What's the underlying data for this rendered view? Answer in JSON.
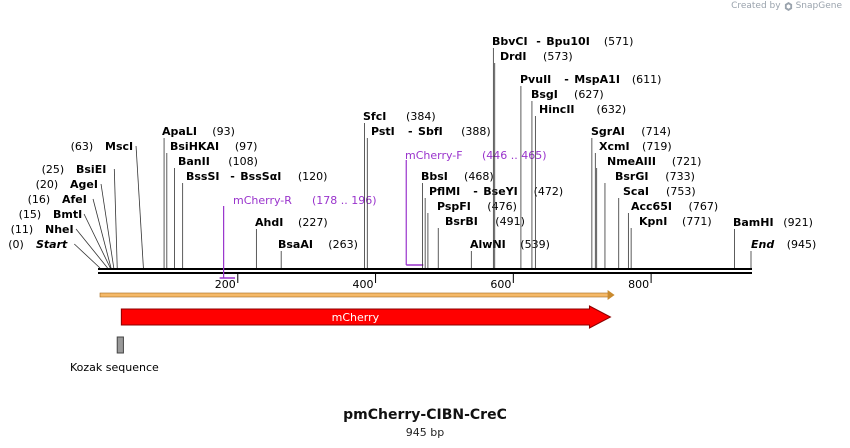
{
  "header": {
    "created_by": "Created by",
    "brand": "SnapGene"
  },
  "plasmid": {
    "name": "pmCherry-CIBN-CreC",
    "length_bp": 945,
    "length_label": "945 bp"
  },
  "ruler": {
    "ticks": [
      200,
      400,
      600,
      800
    ]
  },
  "sites": [
    {
      "name": "Start",
      "pos": "0",
      "at": 0,
      "italic": true,
      "pos_side": "left",
      "name_side": "right"
    },
    {
      "name": "NheI",
      "pos": "11",
      "at": 11,
      "pos_side": "left",
      "name_side": "right"
    },
    {
      "name": "BmtI",
      "pos": "15",
      "at": 15,
      "pos_side": "left",
      "name_side": "right"
    },
    {
      "name": "AfeI",
      "pos": "16",
      "at": 16,
      "pos_side": "left",
      "name_side": "right"
    },
    {
      "name": "AgeI",
      "pos": "20",
      "at": 20,
      "pos_side": "left",
      "name_side": "right"
    },
    {
      "name": "BsiEI",
      "pos": "25",
      "at": 25,
      "pos_side": "left",
      "name_side": "right"
    },
    {
      "name": "MscI",
      "pos": "63",
      "at": 63,
      "pos_side": "left",
      "name_side": "right"
    },
    {
      "name": "ApaLI",
      "pos": "93",
      "at": 93
    },
    {
      "name": "BsiHKAI",
      "pos": "97",
      "at": 97
    },
    {
      "name": "BanII",
      "pos": "108",
      "at": 108
    },
    {
      "name": "BssSI",
      "name2": "BssSαI",
      "pos": "120",
      "at": 120
    },
    {
      "name": "AhdI",
      "pos": "227",
      "at": 227
    },
    {
      "name": "BsaAI",
      "pos": "263",
      "at": 263
    },
    {
      "name": "SfcI",
      "pos": "384",
      "at": 384
    },
    {
      "name": "PstI",
      "name2": "SbfI",
      "pos": "388",
      "at": 388
    },
    {
      "name": "BbsI",
      "pos": "468",
      "at": 468
    },
    {
      "name": "PflMI",
      "name2": "BseYI",
      "pos": "472",
      "at": 472
    },
    {
      "name": "PspFI",
      "pos": "476",
      "at": 476
    },
    {
      "name": "BsrBI",
      "pos": "491",
      "at": 491
    },
    {
      "name": "AlwNI",
      "pos": "539",
      "at": 539
    },
    {
      "name": "BbvCI",
      "name2": "Bpu10I",
      "pos": "571",
      "at": 571
    },
    {
      "name": "DrdI",
      "pos": "573",
      "at": 573
    },
    {
      "name": "PvuII",
      "name2": "MspA1I",
      "pos": "611",
      "at": 611
    },
    {
      "name": "BsgI",
      "pos": "627",
      "at": 627
    },
    {
      "name": "HincII",
      "pos": "632",
      "at": 632
    },
    {
      "name": "SgrAI",
      "pos": "714",
      "at": 714
    },
    {
      "name": "XcmI",
      "pos": "719",
      "at": 719
    },
    {
      "name": "NmeAIII",
      "pos": "721",
      "at": 721
    },
    {
      "name": "BsrGI",
      "pos": "733",
      "at": 733
    },
    {
      "name": "ScaI",
      "pos": "753",
      "at": 753
    },
    {
      "name": "Acc65I",
      "pos": "767",
      "at": 767
    },
    {
      "name": "KpnI",
      "pos": "771",
      "at": 771
    },
    {
      "name": "BamHI",
      "pos": "921",
      "at": 921
    },
    {
      "name": "End",
      "pos": "945",
      "at": 945,
      "italic": true
    }
  ],
  "primers": [
    {
      "name": "mCherry-R",
      "range": "(178 .. 196)",
      "start": 178,
      "end": 196,
      "direction": "reverse"
    },
    {
      "name": "mCherry-F",
      "range": "(446 .. 465)",
      "start": 446,
      "end": 465,
      "direction": "forward"
    }
  ],
  "features": [
    {
      "name": "mCherry",
      "start": 31,
      "end": 741,
      "color": "#ff0000",
      "type": "cds"
    },
    {
      "name": "Kozak sequence",
      "start": 25,
      "end": 34,
      "color": "#999999",
      "type": "misc"
    }
  ],
  "orf": {
    "start": 0,
    "end": 747,
    "color": "#f5b968"
  },
  "colors": {
    "primer": "#9933cc",
    "backbone": "#000000",
    "brand": "#9aa3ad"
  }
}
